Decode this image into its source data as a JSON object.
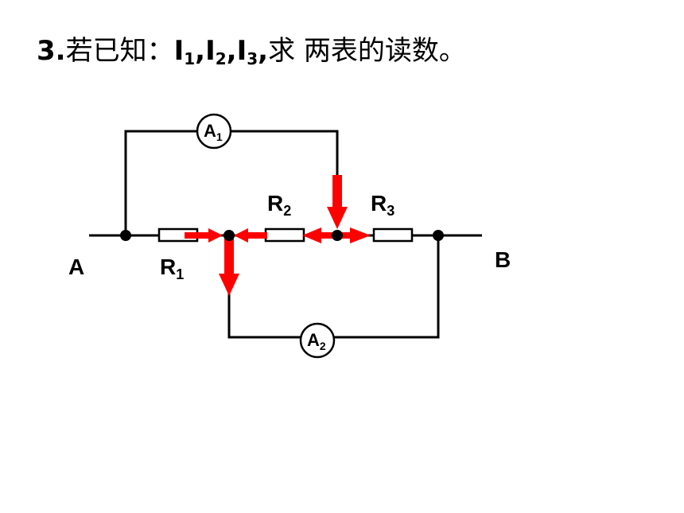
{
  "title": {
    "num": "3.",
    "lead": "若已知：",
    "i": "I",
    "s1": "1",
    "comma1": ",",
    "s2": "2",
    "comma2": ",",
    "s3": "3",
    "comma3": ",",
    "tail": "求 两表的读数。"
  },
  "labels": {
    "A": "A",
    "B": "B",
    "R": "R",
    "r1_sub": "1",
    "r2_sub": "2",
    "r3_sub": "3",
    "meter": "A",
    "a1_sub": "1",
    "a2_sub": "2"
  },
  "colors": {
    "wire": "#000000",
    "arrow": "#ff0000"
  }
}
